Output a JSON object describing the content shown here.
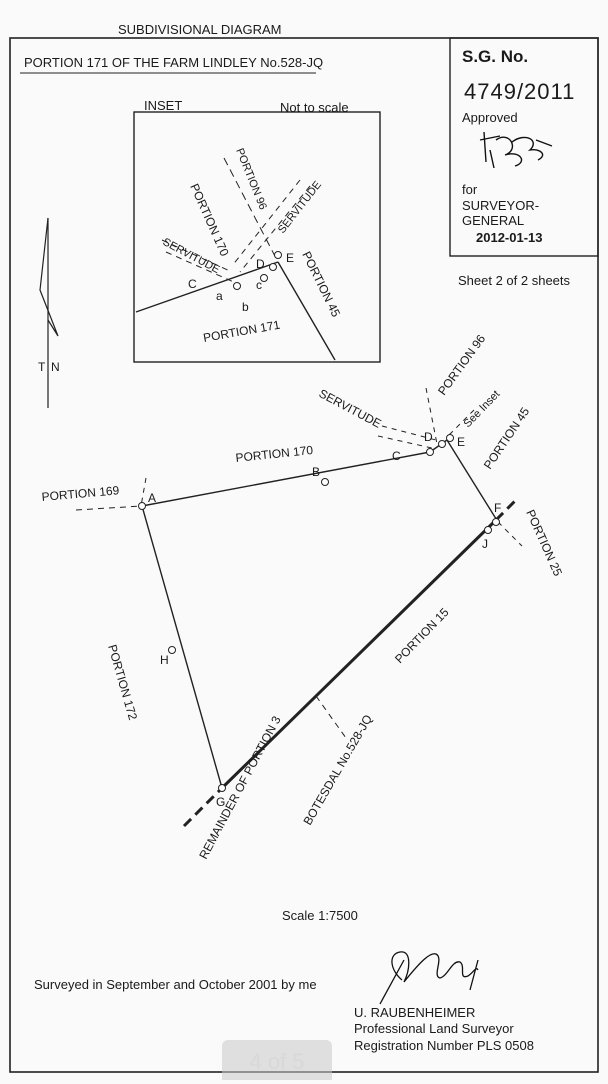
{
  "header": {
    "diagram_title": "SUBDIVISIONAL DIAGRAM",
    "property": "PORTION 171 OF THE FARM LINDLEY No.528-JQ"
  },
  "sg_box": {
    "label": "S.G. No.",
    "number": "4749/2011",
    "approved": "Approved",
    "for": "for",
    "surveyor": "SURVEYOR-",
    "general": "GENERAL",
    "date": "2012-01-13"
  },
  "sheet": "Sheet 2 of 2 sheets",
  "inset": {
    "title": "INSET",
    "scale_note": "Not to scale",
    "labels": {
      "portion96": "PORTION 96",
      "portion170": "PORTION 170",
      "servitude_left": "SERVITUDE",
      "servitude_right": "SERVITUDE",
      "portion45": "PORTION 45",
      "portion171": "PORTION 171",
      "C": "C",
      "D": "D",
      "E": "E",
      "a": "a",
      "b": "b",
      "c": "c"
    }
  },
  "north": {
    "T": "T",
    "N": "N"
  },
  "main": {
    "portion169": "PORTION 169",
    "portion170": "PORTION 170",
    "servitude": "SERVITUDE",
    "portion96": "PORTION 96",
    "see_inset": "See Inset",
    "portion45": "PORTION 45",
    "portion25": "PORTION 25",
    "portion15": "PORTION 15",
    "portion172": "PORTION 172",
    "remainder": "REMAINDER OF PORTION 3",
    "botesdal": "BOTESDAL No.528-JQ",
    "points": {
      "A": "A",
      "B": "B",
      "C": "C",
      "D": "D",
      "E": "E",
      "F": "F",
      "G": "G",
      "H": "H",
      "J": "J"
    }
  },
  "scale": "Scale  1:7500",
  "surveyed": "Surveyed in September and October 2001 by me",
  "surveyor": {
    "name": "U. RAUBENHEIMER",
    "title": "Professional Land Surveyor",
    "registration": "Registration Number PLS 0508"
  },
  "page_indicator": "4 of 5"
}
